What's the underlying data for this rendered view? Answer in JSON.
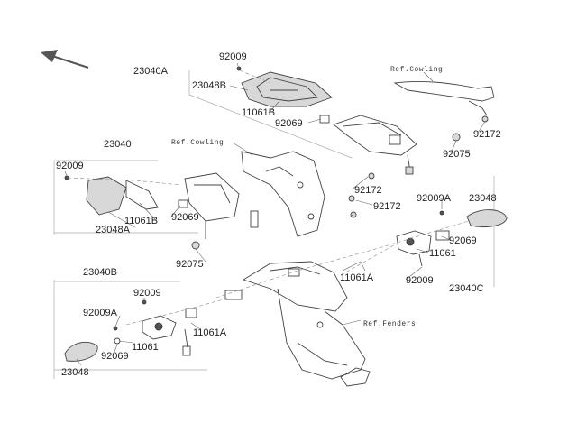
{
  "labels": {
    "l1": "92009",
    "l2": "23040A",
    "l3": "23048B",
    "l4": "11061B",
    "l5": "92069",
    "l6": "Ref.Cowling",
    "l7": "92172",
    "l8": "92075",
    "l9": "23040",
    "l10": "92009",
    "l11": "Ref.Cowling",
    "l12": "11061B",
    "l13": "23048A",
    "l14": "92069",
    "l15": "92172",
    "l16": "92172",
    "l17": "92009A",
    "l18": "23048",
    "l19": "92069",
    "l20": "11061",
    "l21": "92075",
    "l22": "23040B",
    "l23": "11061A",
    "l24": "92009",
    "l25": "23040C",
    "l26": "92009",
    "l27": "92009A",
    "l28": "11061A",
    "l29": "Ref.Fenders",
    "l30": "11061",
    "l31": "92069",
    "l32": "23048"
  }
}
